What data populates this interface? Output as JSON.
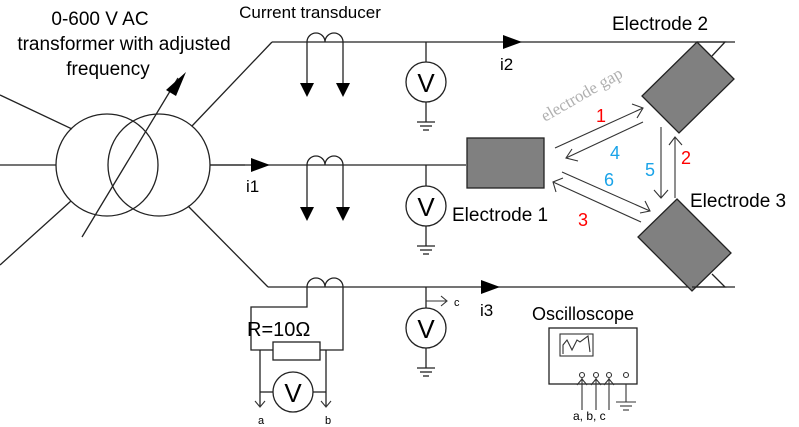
{
  "title": "Electrode gap test circuit",
  "transformer": {
    "label_lines": [
      "0-600 V AC",
      "transformer with adjusted",
      "frequency"
    ],
    "icon": "variable-transformer-icon"
  },
  "current_transducer": {
    "label": "Current transducer"
  },
  "currents": {
    "i1": "i1",
    "i2": "i2",
    "i3": "i3"
  },
  "voltmeter_symbol": "V",
  "electrodes": {
    "e1": "Electrode 1",
    "e2": "Electrode 2",
    "e3": "Electrode 3",
    "color": "#808080"
  },
  "electrode_gap_label": "electrode gap",
  "arcs": [
    {
      "n": "1",
      "color": "#ff0000"
    },
    {
      "n": "2",
      "color": "#ff0000"
    },
    {
      "n": "3",
      "color": "#ff0000"
    },
    {
      "n": "4",
      "color": "#1aa3e8"
    },
    {
      "n": "5",
      "color": "#1aa3e8"
    },
    {
      "n": "6",
      "color": "#1aa3e8"
    }
  ],
  "resistor": {
    "label": "R=10Ω"
  },
  "probes": {
    "a": "a",
    "b": "b",
    "c": "c",
    "abc": "a, b, c"
  },
  "oscilloscope": {
    "label": "Oscilloscope"
  }
}
